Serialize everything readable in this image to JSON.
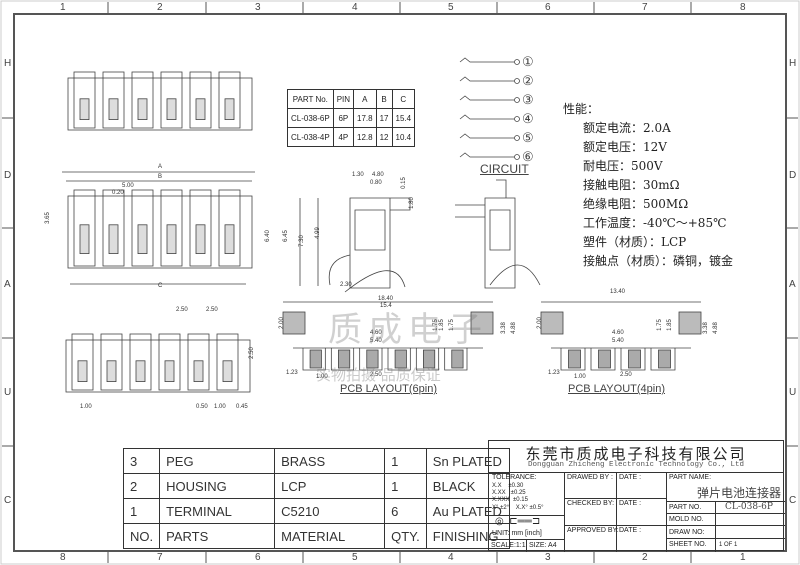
{
  "frame": {
    "columns_top": [
      "1",
      "2",
      "3",
      "4",
      "5",
      "6",
      "7",
      "8"
    ],
    "columns_bottom": [
      "8",
      "7",
      "6",
      "5",
      "4",
      "3",
      "2",
      "1"
    ],
    "rows": [
      "H",
      "D",
      "A",
      "U",
      "C"
    ]
  },
  "part_table": {
    "headers": [
      "PART No.",
      "PIN",
      "A",
      "B",
      "C"
    ],
    "rows": [
      [
        "CL-038-6P",
        "6P",
        "17.8",
        "17",
        "15.4"
      ],
      [
        "CL-038-4P",
        "4P",
        "12.8",
        "12",
        "10.4"
      ]
    ]
  },
  "circuit": {
    "pins": [
      "①",
      "②",
      "③",
      "④",
      "⑤",
      "⑥"
    ],
    "label": "CIRCUIT"
  },
  "specs": {
    "title": "性能：",
    "items": [
      "额定电流：2.0A",
      "额定电压：12V",
      "耐电压：500V",
      "接触电阻：30mΩ",
      "绝缘电阻：500MΩ",
      "工作温度：-40℃～+85℃",
      "塑件（材质）：LCP",
      "接触点（材质）：磷铜，镀金"
    ]
  },
  "dimensions": {
    "front": [
      "A",
      "B",
      "5.00",
      "0.20",
      "3.65",
      "6.40",
      "6.45",
      "C"
    ],
    "bottom": [
      "2.50",
      "2.50",
      "2.50",
      "1.00",
      "0.50",
      "1.00",
      "0.45"
    ],
    "side": [
      "1.30",
      "4.80",
      "0.80",
      "0.15",
      "1.80",
      "7.30",
      "4.99",
      "2.30"
    ],
    "pcb6": [
      "18.40",
      "15.4",
      "2.00",
      "1.75",
      "4.60",
      "5.40",
      "1.85",
      "1.75",
      "3.38",
      "4.88",
      "1.23",
      "1.00",
      "2.50"
    ],
    "pcb4": [
      "13.40",
      "2.00",
      "4.60",
      "5.40",
      "1.75",
      "1.85",
      "3.38",
      "4.88",
      "1.23",
      "1.00",
      "2.50"
    ]
  },
  "pcb_labels": {
    "six": "PCB  LAYOUT(6pin)",
    "four": "PCB  LAYOUT(4pin)"
  },
  "watermark": {
    "main": "质成电子",
    "sub": "实物拍摄 品质保证"
  },
  "bom": [
    [
      "3",
      "PEG",
      "BRASS",
      "1",
      "Sn PLATED"
    ],
    [
      "2",
      "HOUSING",
      "LCP",
      "1",
      "BLACK"
    ],
    [
      "1",
      "TERMINAL",
      "C5210",
      "6",
      "Au PLATED"
    ],
    [
      "NO.",
      "PARTS",
      "MATERIAL",
      "QTY.",
      "FINISHING"
    ]
  ],
  "title_block": {
    "company_cn": "东莞市质成电子科技有限公司",
    "company_en": "Dongguan Zhicheng Electronic Technology Co., Ltd",
    "tolerance_title": "TOLERANCE:",
    "tolerances": [
      "X.X    ±0.30",
      "X.XX   ±0.25",
      "X.XXX  ±0.15",
      "X° ±2°    X.X° ±0.5°"
    ],
    "unit": "UNIT: mm [inch]",
    "scale": "SCALE:1:1",
    "size": "SIZE: A4",
    "drawed_by": "DRAWED BY :",
    "checked_by": "CHECKED BY:",
    "approved_by": "APPROVED BY:",
    "date": "DATE :",
    "part_name_label": "PART NAME:",
    "part_name": "弹片电池连接器",
    "part_no_label": "PART NO.",
    "part_no": "CL-038-6P",
    "mold_no_label": "MOLD NO.",
    "draw_no_label": "DRAW NO:",
    "sheet_no_label": "SHEET NO.",
    "sheet_no": "1 OF 1"
  }
}
